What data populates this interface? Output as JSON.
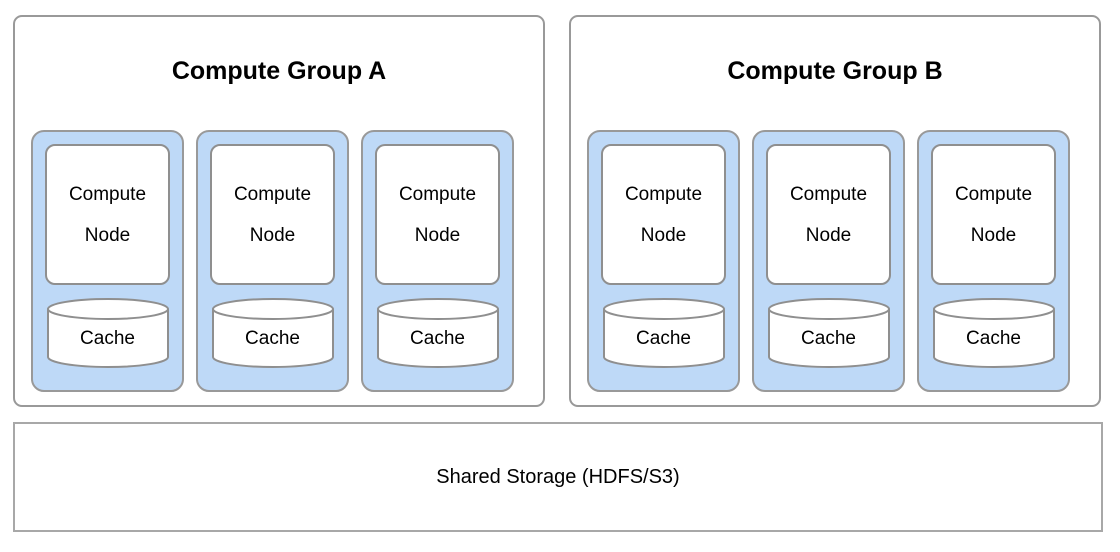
{
  "diagram": {
    "groups": [
      {
        "title": "Compute Group A",
        "nodes": [
          {
            "label": "Compute Node",
            "cache_label": "Cache"
          },
          {
            "label": "Compute Node",
            "cache_label": "Cache"
          },
          {
            "label": "Compute Node",
            "cache_label": "Cache"
          }
        ]
      },
      {
        "title": "Compute Group B",
        "nodes": [
          {
            "label": "Compute Node",
            "cache_label": "Cache"
          },
          {
            "label": "Compute Node",
            "cache_label": "Cache"
          },
          {
            "label": "Compute Node",
            "cache_label": "Cache"
          }
        ]
      }
    ],
    "shared_storage": {
      "label": "Shared Storage (HDFS/S3)"
    },
    "colors": {
      "node_container_fill": "#bed9f7",
      "box_border_gray": "#999999",
      "inner_border_gray": "#8f8f8f",
      "storage_border_gray": "#a8a8a8",
      "shape_fill": "#ffffff",
      "text": "#000000",
      "background": "#ffffff"
    }
  }
}
